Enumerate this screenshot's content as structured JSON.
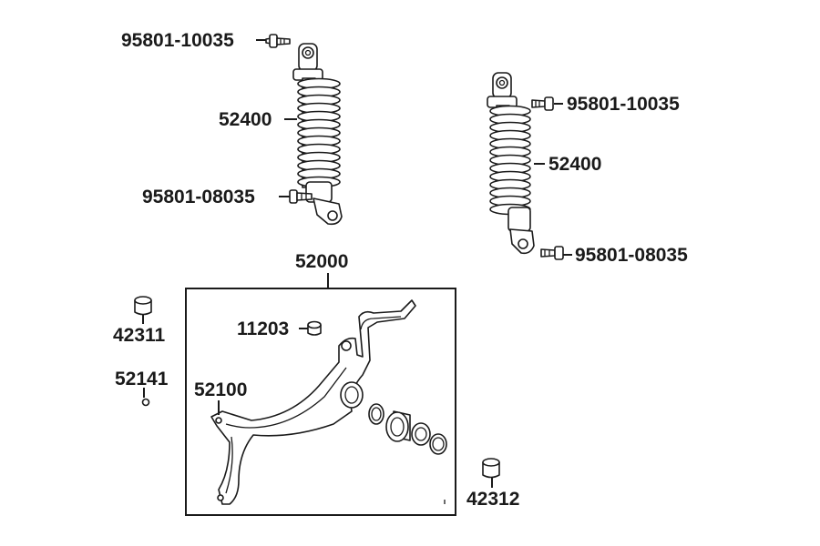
{
  "labels": {
    "bolt_upper_left": "95801-10035",
    "shock_left": "52400",
    "bolt_lower_left": "95801-08035",
    "bolt_upper_right": "95801-10035",
    "shock_right": "52400",
    "bolt_lower_right": "95801-08035",
    "assembly": "52000",
    "collar_left": "42311",
    "spacer": "11203",
    "nut": "52141",
    "arm": "52100",
    "collar_right": "42312"
  }
}
